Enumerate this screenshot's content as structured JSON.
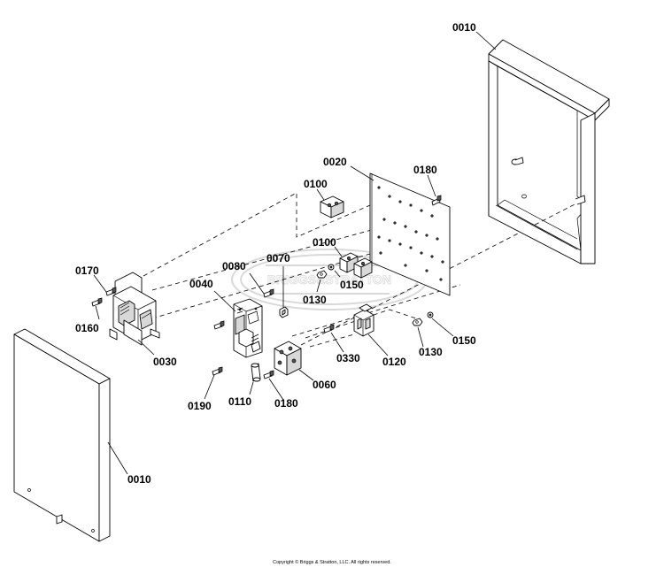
{
  "callouts": {
    "c0010a": "0010",
    "c0020": "0020",
    "c0180a": "0180",
    "c0100a": "0100",
    "c0100b": "0100",
    "c0150a": "0150",
    "c0130a": "0130",
    "c0070": "0070",
    "c0080": "0080",
    "c0040": "0040",
    "c0170": "0170",
    "c0160": "0160",
    "c0030": "0030",
    "c0190": "0190",
    "c0110": "0110",
    "c0180b": "0180",
    "c0060": "0060",
    "c0330": "0330",
    "c0120": "0120",
    "c0130b": "0130",
    "c0150b": "0150",
    "c0010b": "0010"
  },
  "watermark": "BRIGGS&STRATTON",
  "copyright": "Copyright © Briggs & Stratton, LLC. All rights reserved."
}
